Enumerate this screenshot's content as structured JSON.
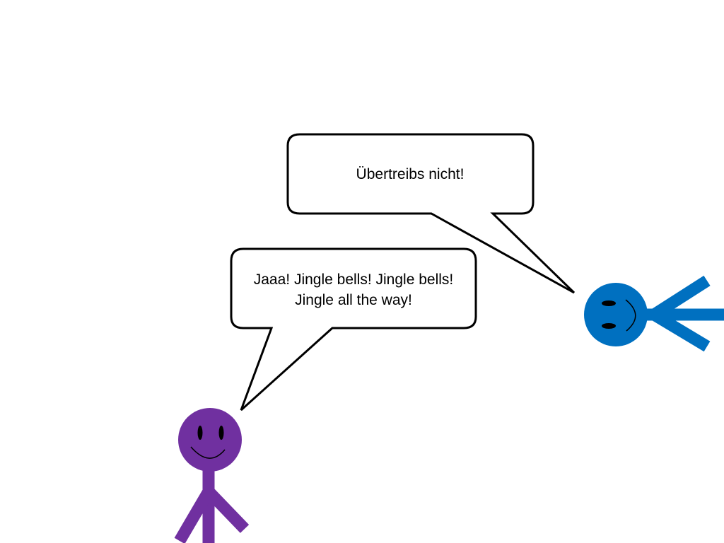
{
  "speech": {
    "blue_figure": {
      "lines": [
        "Übertreibs nicht!"
      ]
    },
    "purple_figure": {
      "lines": [
        "Jaaa! Jingle bells! Jingle bells!",
        "Jingle all the way!"
      ]
    }
  },
  "colors": {
    "purple_figure": "#7030a0",
    "blue_figure": "#0070c0",
    "bubble_fill": "#ffffff",
    "bubble_stroke": "#000000",
    "background": "#ffffff"
  },
  "icons": {
    "purple_figure": "stick-figure-standing",
    "blue_figure": "stick-figure-lying"
  }
}
